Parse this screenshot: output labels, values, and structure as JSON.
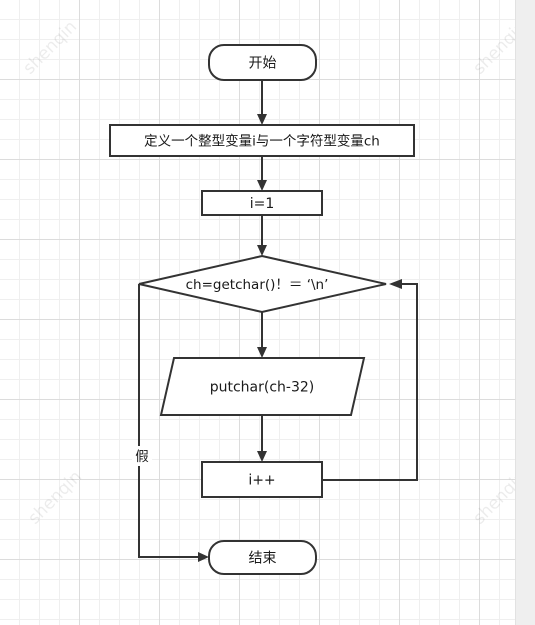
{
  "watermark": {
    "text": "shenqin"
  },
  "flowchart": {
    "start_label": "开始",
    "declare_label": "定义一个整型变量i与一个字符型变量ch",
    "init_label": "i=1",
    "condition_label": "ch=getchar()！＝ ‘\\n’",
    "output_label": "putchar(ch-32)",
    "increment_label": "i++",
    "false_label": "假",
    "end_label": "结束"
  }
}
